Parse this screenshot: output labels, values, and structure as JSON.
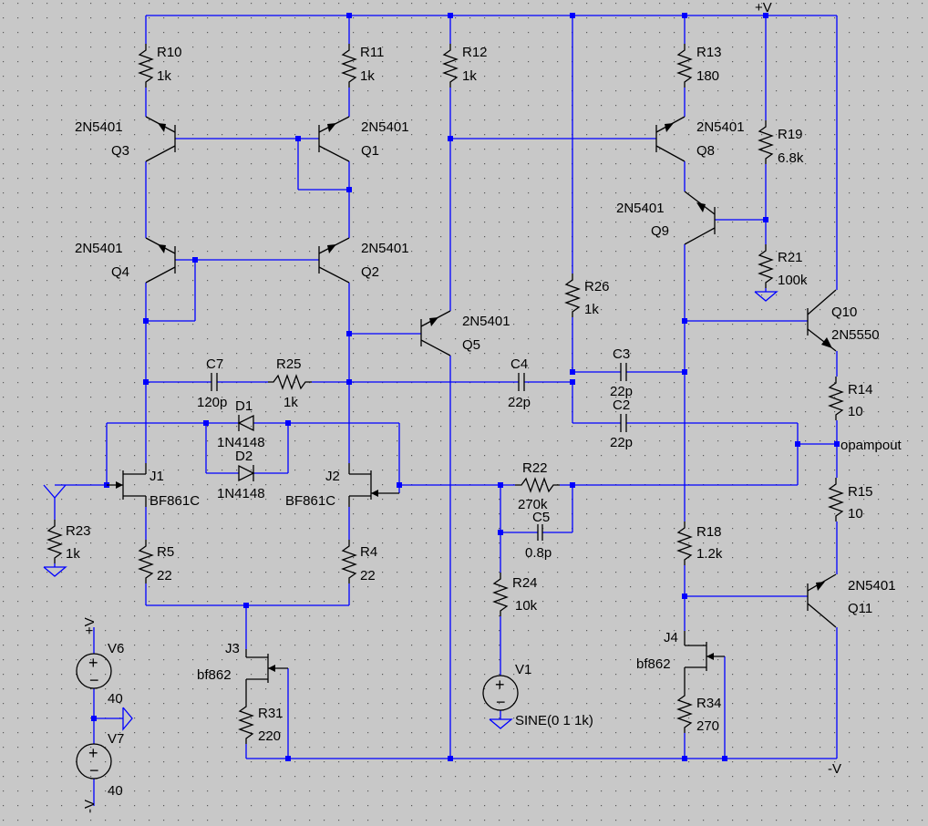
{
  "nets": {
    "vplus": "+V",
    "vminus": "-V",
    "opampout": "opampout"
  },
  "components": {
    "R10": {
      "name": "R10",
      "value": "1k"
    },
    "R11": {
      "name": "R11",
      "value": "1k"
    },
    "R12": {
      "name": "R12",
      "value": "1k"
    },
    "R13": {
      "name": "R13",
      "value": "180"
    },
    "R19": {
      "name": "R19",
      "value": "6.8k"
    },
    "R21": {
      "name": "R21",
      "value": "100k"
    },
    "R26": {
      "name": "R26",
      "value": "1k"
    },
    "R25": {
      "name": "R25",
      "value": "1k"
    },
    "R14": {
      "name": "R14",
      "value": "10"
    },
    "R15": {
      "name": "R15",
      "value": "10"
    },
    "R22": {
      "name": "R22",
      "value": "270k"
    },
    "R24": {
      "name": "R24",
      "value": "10k"
    },
    "R18": {
      "name": "R18",
      "value": "1.2k"
    },
    "R23": {
      "name": "R23",
      "value": "1k"
    },
    "R5": {
      "name": "R5",
      "value": "22"
    },
    "R4": {
      "name": "R4",
      "value": "22"
    },
    "R31": {
      "name": "R31",
      "value": "220"
    },
    "R34": {
      "name": "R34",
      "value": "270"
    },
    "C7": {
      "name": "C7",
      "value": "120p"
    },
    "C4": {
      "name": "C4",
      "value": "22p"
    },
    "C3": {
      "name": "C3",
      "value": "22p"
    },
    "C2": {
      "name": "C2",
      "value": "22p"
    },
    "C5": {
      "name": "C5",
      "value": "0.8p"
    },
    "Q1": {
      "name": "Q1",
      "model": "2N5401"
    },
    "Q2": {
      "name": "Q2",
      "model": "2N5401"
    },
    "Q3": {
      "name": "Q3",
      "model": "2N5401"
    },
    "Q4": {
      "name": "Q4",
      "model": "2N5401"
    },
    "Q5": {
      "name": "Q5",
      "model": "2N5401"
    },
    "Q8": {
      "name": "Q8",
      "model": "2N5401"
    },
    "Q9": {
      "name": "Q9",
      "model": "2N5401"
    },
    "Q10": {
      "name": "Q10",
      "model": "2N5550"
    },
    "Q11": {
      "name": "Q11",
      "model": "2N5401"
    },
    "J1": {
      "name": "J1",
      "model": "BF861C"
    },
    "J2": {
      "name": "J2",
      "model": "BF861C"
    },
    "J3": {
      "name": "J3",
      "model": "bf862"
    },
    "J4": {
      "name": "J4",
      "model": "bf862"
    },
    "D1": {
      "name": "D1",
      "model": "1N4148"
    },
    "D2": {
      "name": "D2",
      "model": "1N4148"
    },
    "V1": {
      "name": "V1",
      "value": "SINE(0 1 1k)"
    },
    "V6": {
      "name": "V6",
      "value": "40"
    },
    "V7": {
      "name": "V7",
      "value": "40"
    }
  },
  "colors": {
    "background": "#c8c8c8",
    "grid_dot": "#5a5a5a",
    "wire": "#0000ff",
    "component": "#000000"
  }
}
